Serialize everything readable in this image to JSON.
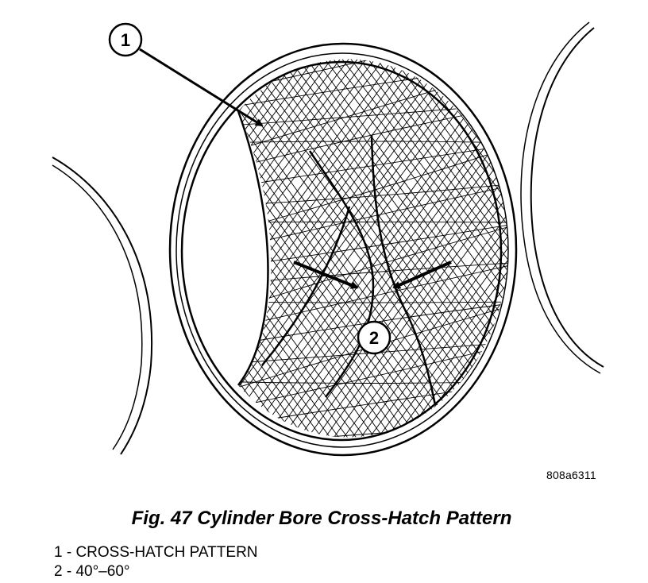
{
  "diagram": {
    "callouts": [
      {
        "number": "1"
      },
      {
        "number": "2"
      }
    ],
    "figure_id": "808a6311"
  },
  "caption": "Fig. 47 Cylinder Bore Cross-Hatch Pattern",
  "legend": [
    {
      "text": "1 - CROSS-HATCH PATTERN"
    },
    {
      "text": "2 - 40°–60°"
    }
  ]
}
